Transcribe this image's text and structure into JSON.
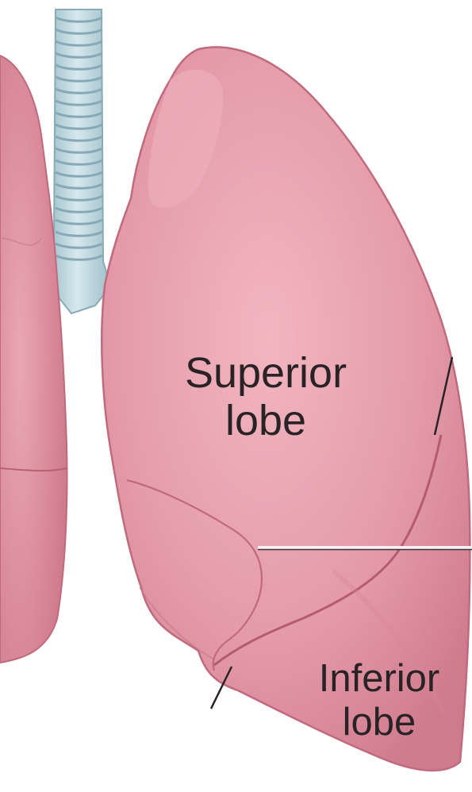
{
  "labels": {
    "superior": [
      "Superior",
      "lobe"
    ],
    "inferior": [
      "Inferior",
      "lobe"
    ]
  },
  "colors": {
    "lung_fill": "#e49aa9",
    "lung_shadow": "#c8697f",
    "lung_highlight": "#f6c7d0",
    "trachea": "#b9d4dc",
    "trachea_ring": "#8fb4c0",
    "leader_line": "#2a2326",
    "label_text": "#2a2326"
  }
}
